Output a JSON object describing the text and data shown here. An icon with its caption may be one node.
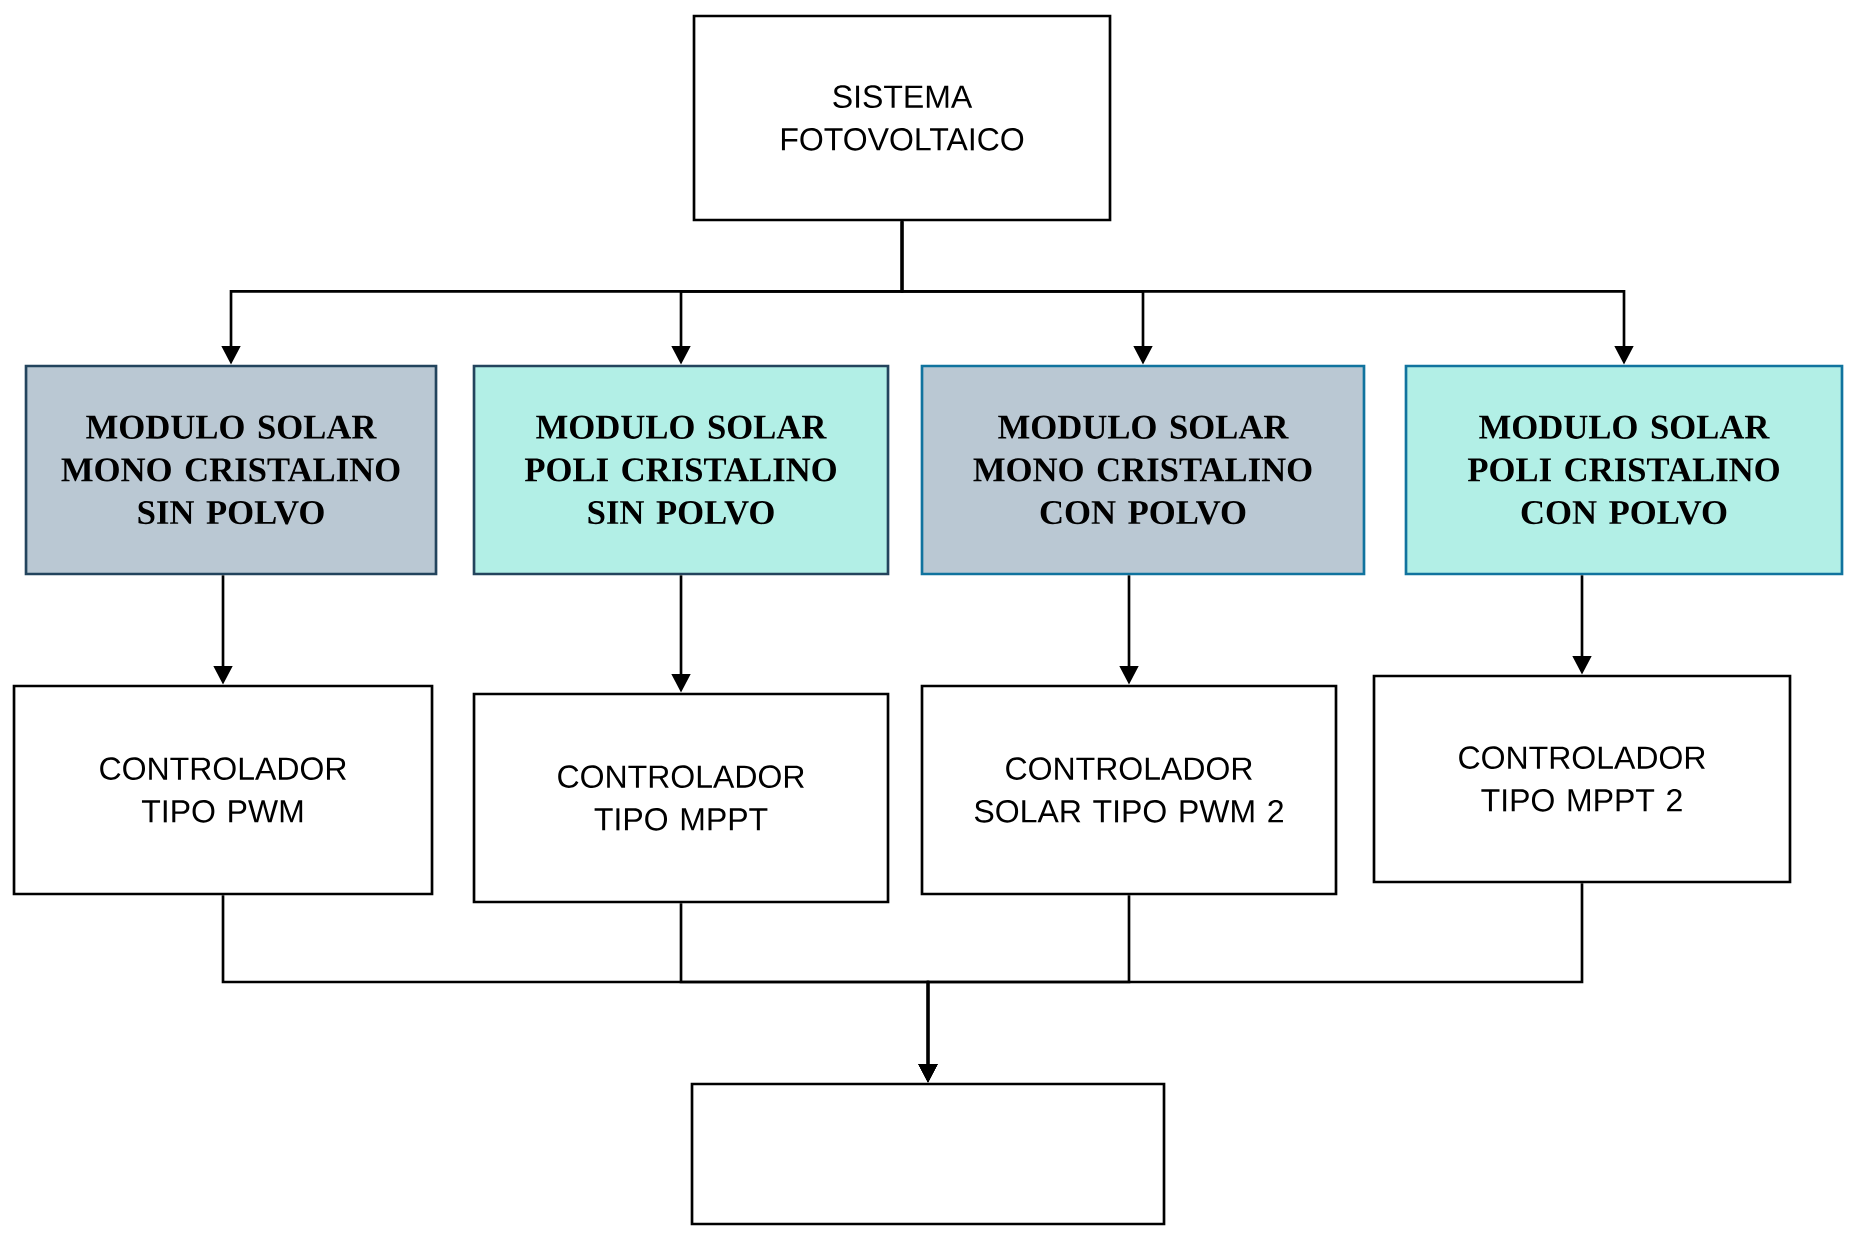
{
  "diagram": {
    "nodes": [
      {
        "text": [
          "SISTEMA FOTOVOLTAICO"
        ]
      },
      {
        "text": [
          "MODULO SOLAR MONO CRISTALINO SIN POLVO"
        ]
      },
      {
        "text": [
          "MODULO SOLAR POLI CRISTALINO SIN POLVO"
        ]
      },
      {
        "text": [
          "MODULO SOLAR MONO CRISTALINO CON POLVO"
        ]
      },
      {
        "text": [
          "MODULO SOLAR POLI CRISTALINO CON POLVO"
        ]
      },
      {
        "text": [
          "CONTROLADOR TIPO PWM"
        ]
      },
      {
        "text": [
          "CONTROLADOR TIPO MPPT"
        ]
      },
      {
        "text": [
          "CONTROLADOR SOLAR TIPO PWM 2"
        ]
      },
      {
        "text": [
          "CONTROLADOR TIPO MPPT 2"
        ]
      },
      {
        "text": [],
        "shape": "box"
      }
    ],
    "edges": [
      {
        "from": 0,
        "to": 1,
        "arrow": "to"
      },
      {
        "from": 0,
        "to": 2,
        "arrow": "to"
      },
      {
        "from": 0,
        "to": 3,
        "arrow": "to"
      },
      {
        "from": 0,
        "to": 4,
        "arrow": "to"
      },
      {
        "from": 1,
        "to": 5,
        "arrow": "to"
      },
      {
        "from": 2,
        "to": 6,
        "arrow": "to"
      },
      {
        "from": 3,
        "to": 7,
        "arrow": "to"
      },
      {
        "from": 4,
        "to": 8,
        "arrow": "to"
      },
      {
        "from": 5,
        "to": 9,
        "arrow": "to"
      },
      {
        "from": 6,
        "to": 9,
        "arrow": "to"
      },
      {
        "from": 7,
        "to": 9,
        "arrow": "to"
      },
      {
        "from": 8,
        "to": 9,
        "arrow": "to"
      }
    ]
  }
}
